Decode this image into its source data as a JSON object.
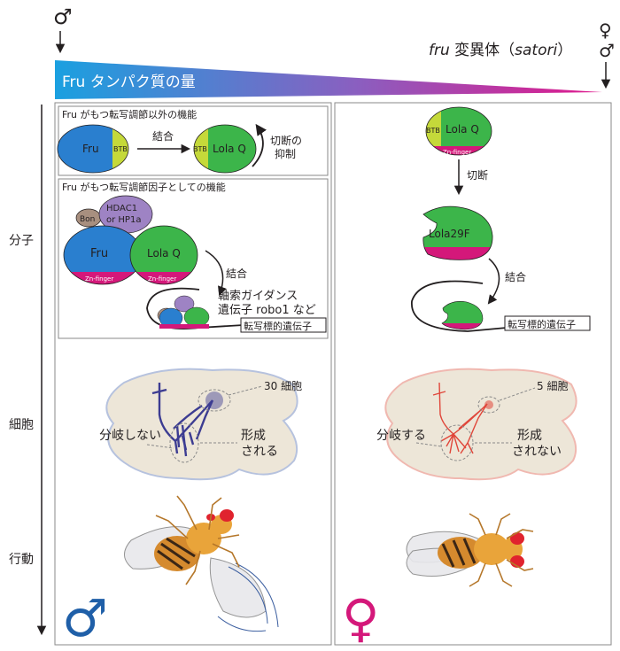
{
  "header": {
    "male_symbol": "♂",
    "mutant_label_italic": "fru",
    "mutant_label_text": " 変異体（",
    "mutant_label_strain": "satori",
    "mutant_label_close": "）",
    "female_symbol": "♀",
    "male_symbol_right": "♂",
    "gradient_label": "Fru タンパク質の量",
    "gradient_colors": [
      "#1aa0e0",
      "#e0188c"
    ]
  },
  "rows": {
    "molecule": "分子",
    "cell": "細胞",
    "behavior": "行動"
  },
  "male_panel": {
    "box1": {
      "title": "Fru がもつ転写調節以外の機能",
      "fru": "Fru",
      "btb": "BTB",
      "bind": "結合",
      "btb2": "BTB",
      "lola": "Lola Q",
      "cleave_line1": "切断の",
      "cleave_line2": "抑制"
    },
    "box2": {
      "title": "Fru がもつ転写調節因子としての機能",
      "bon": "Bon",
      "hdac_line1": "HDAC1",
      "hdac_line2": "or HP1a",
      "fru": "Fru",
      "lola": "Lola Q",
      "zn1": "Zn-finger",
      "zn2": "Zn-finger",
      "bind": "結合",
      "target_line1": "軸索ガイダンス",
      "target_line2": "遺伝子 robo1 など",
      "target_gene": "転写標的遺伝子"
    },
    "cell": {
      "count": "30 細胞",
      "no_branch": "分岐しない",
      "formed_line1": "形成",
      "formed_line2": "される"
    },
    "behavior_symbol": "♂"
  },
  "female_panel": {
    "molecule": {
      "btb": "BTB",
      "lola": "Lola Q",
      "zn": "Zn-finger",
      "cleave": "切断",
      "lola29f": "Lola29F",
      "bind": "結合",
      "target_gene": "転写標的遺伝子"
    },
    "cell": {
      "count": "5 細胞",
      "branch": "分岐する",
      "formed_line1": "形成",
      "formed_line2": "されない"
    },
    "behavior_symbol": "♀"
  },
  "colors": {
    "fru_blue": "#2a7fcf",
    "lola_green": "#3cb54a",
    "btb_yellow": "#c5d93a",
    "zn_magenta": "#d4187a",
    "bon_tan": "#a88f7f",
    "hdac_purple": "#9e83c4",
    "neuron_male": "#3c3c92",
    "neuron_female": "#e0463a",
    "male_symbol": "#1f5fa8",
    "female_symbol": "#d4187a"
  }
}
